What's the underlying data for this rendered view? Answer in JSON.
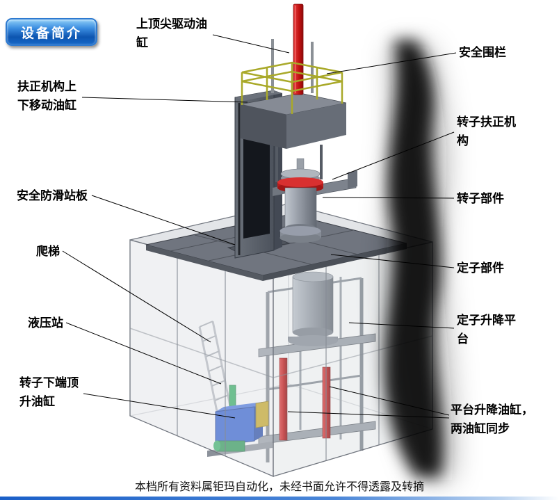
{
  "badge": {
    "label": "设备简介"
  },
  "labels": [
    {
      "id": "top-drive-cylinder",
      "text": "上顶尖驱动油缸"
    },
    {
      "id": "safety-fence",
      "text": "安全围栏"
    },
    {
      "id": "centering-lift-cylinder",
      "text": "扶正机构上下移动油缸"
    },
    {
      "id": "rotor-centering-mechanism",
      "text": "转子扶正机构"
    },
    {
      "id": "anti-slip-deck",
      "text": "安全防滑站板"
    },
    {
      "id": "rotor-assembly",
      "text": "转子部件"
    },
    {
      "id": "ladder",
      "text": "爬梯"
    },
    {
      "id": "stator-assembly",
      "text": "定子部件"
    },
    {
      "id": "hydraulic-station",
      "text": "液压站"
    },
    {
      "id": "stator-lift-platform",
      "text": "定子升降平台"
    },
    {
      "id": "rotor-bottom-jack-cylinder",
      "text": "转子下端顶升油缸"
    },
    {
      "id": "platform-lift-cylinders",
      "text": "平台升降油缸，两油缸同步"
    }
  ],
  "footer": {
    "text": "本档所有资料属钜玛自动化，未经书面允许不得透露及转摘"
  },
  "colors": {
    "badge_blue": "#1565c8",
    "cylinder_red": "#c41414",
    "railing_yellow": "#a9a929",
    "hydraulic_blue": "#2f5fd4",
    "frame_gray": "#70757f"
  }
}
